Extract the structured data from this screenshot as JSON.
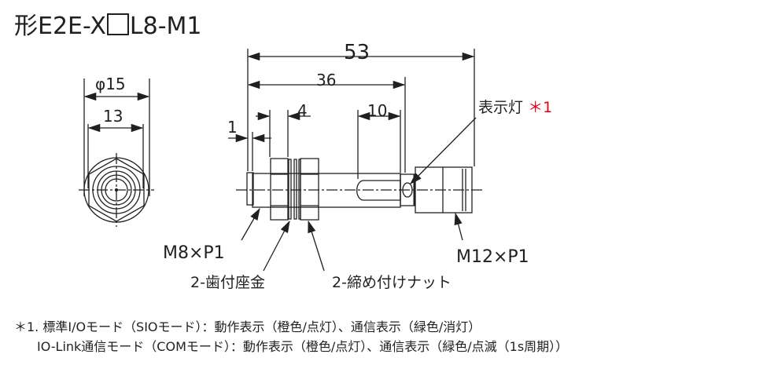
{
  "title": {
    "prefix": "形E2E-X",
    "suffix": "L8-M1"
  },
  "dimensions": {
    "d53": "53",
    "d36": "36",
    "d4": "4",
    "d10": "10",
    "d1": "1",
    "phi15": "φ15",
    "d13": "13"
  },
  "labels": {
    "indicator": "表示灯",
    "indicator_ref": "＊1",
    "thread_m8": "M8×P1",
    "thread_m12": "M12×P1",
    "washer": "2-歯付座金",
    "nut": "2-締め付けナット"
  },
  "notes": [
    "＊1. 標準I/Oモード（SIOモード）：動作表示（橙色/点灯）、通信表示（緑色/消灯）",
    "IO-Link通信モード（COMモード）：動作表示（橙色/点灯）、通信表示（緑色/点滅（1s周期））"
  ],
  "colors": {
    "line": "#231f20",
    "accent": "#e60012"
  }
}
